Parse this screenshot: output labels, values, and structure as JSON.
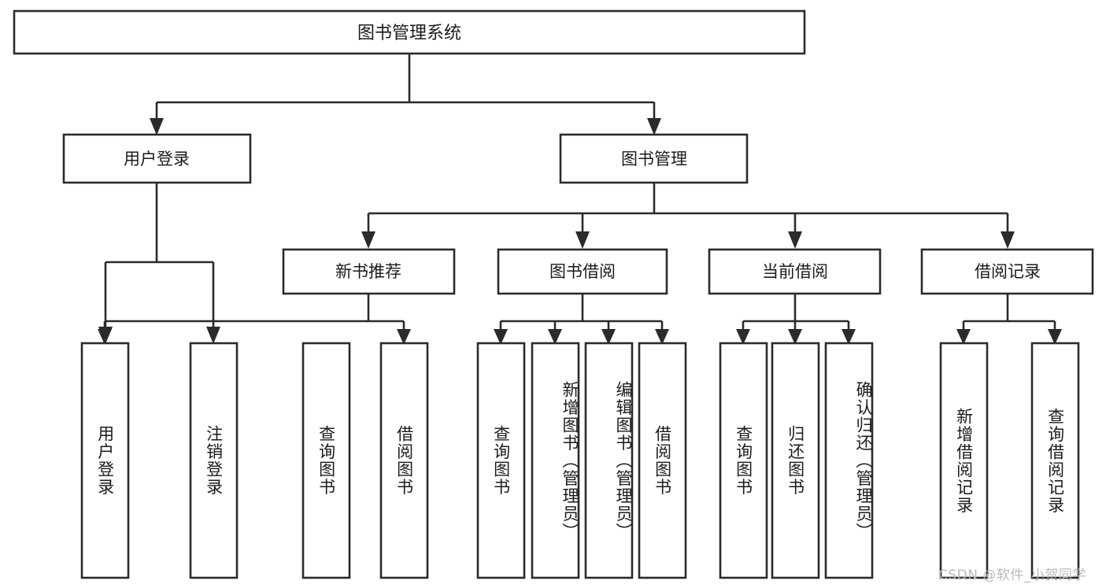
{
  "diagram": {
    "type": "tree",
    "title": "图书管理系统",
    "orientation": "top-down",
    "colors": {
      "box_stroke": "#2b2b2b",
      "box_fill": "#ffffff",
      "text": "#1b1b1b",
      "background": "#ffffff",
      "watermark": "#b9b9b9"
    },
    "root": {
      "label": "图书管理系统"
    },
    "level2": [
      {
        "label": "用户登录"
      },
      {
        "label": "图书管理"
      }
    ],
    "level3": [
      {
        "label": "新书推荐"
      },
      {
        "label": "图书借阅"
      },
      {
        "label": "当前借阅"
      },
      {
        "label": "借阅记录"
      }
    ],
    "leaves": {
      "user_login": [
        {
          "label": "用户登录"
        },
        {
          "label": "注销登录"
        }
      ],
      "new_book_recommend": [
        {
          "label": "查询图书"
        },
        {
          "label": "借阅图书"
        }
      ],
      "book_borrow": [
        {
          "label": "查询图书"
        },
        {
          "label": "新增图书（管理员）"
        },
        {
          "label": "编辑图书（管理员）"
        },
        {
          "label": "借阅图书"
        }
      ],
      "current_borrow": [
        {
          "label": "查询图书"
        },
        {
          "label": "归还图书"
        },
        {
          "label": "确认归还（管理员）"
        }
      ],
      "borrow_record": [
        {
          "label": "新增借阅记录"
        },
        {
          "label": "查询借阅记录"
        }
      ]
    }
  },
  "watermark": {
    "text": "CSDN @软件_小贺同学"
  }
}
